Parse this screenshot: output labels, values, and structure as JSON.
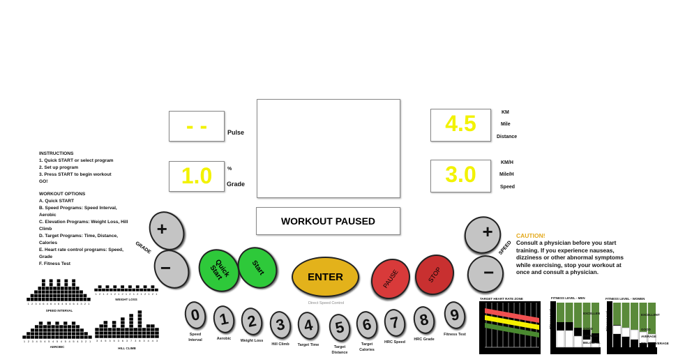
{
  "displays": {
    "pulse": {
      "value": "- -",
      "label": "Pulse"
    },
    "grade": {
      "value": "1.0",
      "unit": "%",
      "label": "Grade"
    },
    "distance": {
      "value": "4.5",
      "units": [
        "KM",
        "Mile"
      ],
      "label": "Distance"
    },
    "speed": {
      "value": "3.0",
      "units": [
        "KM/H",
        "Mile/H"
      ],
      "label": "Speed"
    },
    "status": "WORKOUT PAUSED"
  },
  "instructions": {
    "title": "INSTRUCTIONS",
    "steps": [
      "1. Quick START or select program",
      "2. Set up program",
      "3. Press START to begin workout",
      "GO!"
    ],
    "options_title": "WORKOUT OPTIONS",
    "options": [
      "A. Quick START",
      "B. Speed Programs: Speed Interval, Aerobic",
      "C. Elevation Programs: Weight Loss, Hill Climb",
      "D. Target Programs: Time, Distance, Calories",
      "E. Heart rate control programs: Speed, Grade",
      "F. Fitness Test"
    ]
  },
  "controls": {
    "grade_label": "GRADE",
    "speed_label": "SPEED",
    "plus": "+",
    "minus": "−",
    "quick_start": "Quick Start",
    "start": "Start",
    "enter": "ENTER",
    "pause": "PAUSE",
    "stop": "STOP",
    "direct_speed": "Direct Speed Control",
    "colors": {
      "green": "#2ec93a",
      "enter": "#e3b21b",
      "pause": "#d83a3a",
      "stop": "#c83030",
      "key": "#c4c4c4",
      "digit": "#f2f200"
    }
  },
  "keypad": [
    {
      "digit": "0",
      "label": "Speed Interval"
    },
    {
      "digit": "1",
      "label": "Aerobic"
    },
    {
      "digit": "2",
      "label": "Weight Loss"
    },
    {
      "digit": "3",
      "label": "Hill Climb"
    },
    {
      "digit": "4",
      "label": "Target Time"
    },
    {
      "digit": "5",
      "label": "Target Distance"
    },
    {
      "digit": "6",
      "label": "Target Calories"
    },
    {
      "digit": "7",
      "label": "HRC Speed"
    },
    {
      "digit": "8",
      "label": "HRC Grade"
    },
    {
      "digit": "9",
      "label": "Fitness Test"
    }
  ],
  "caution": {
    "title": "CAUTION!",
    "text": "Consult a physician before you start training. If you experience nauseas, dizziness or other abnormal symptoms while exercising, stop your workout at once and consult a physician."
  },
  "profiles": [
    {
      "name": "SPEED INTERVAL",
      "levels": [
        1,
        2,
        3,
        4,
        6,
        4,
        6,
        4,
        6,
        4,
        6,
        4,
        6,
        4,
        3,
        2,
        1
      ]
    },
    {
      "name": "WEIGHT LOSS",
      "levels": [
        1,
        2,
        1,
        2,
        1,
        2,
        1,
        2,
        1,
        2,
        1,
        2,
        1,
        2,
        1,
        2,
        1
      ]
    },
    {
      "name": "AEROBIC",
      "levels": [
        1,
        2,
        3,
        4,
        5,
        4,
        5,
        4,
        5,
        4,
        5,
        4,
        5,
        4,
        3,
        2,
        1
      ]
    },
    {
      "name": "HILL CLIMB",
      "levels": [
        3,
        4,
        5,
        3,
        5,
        3,
        6,
        3,
        7,
        3,
        8,
        3,
        4,
        4,
        3
      ]
    }
  ],
  "charts": {
    "hr_title": "TARGET HEART RATE ZONE",
    "men_title": "FITNESS LEVEL - MEN",
    "women_title": "FITNESS LEVEL - WOMEN",
    "axis": "Fitness Level",
    "men_levels": [
      "EXCELLEN",
      "GOOD",
      "AVERAGE",
      "BELOW AV."
    ],
    "women_levels": [
      "EXCELLENT",
      "GOOD",
      "AVERAGE",
      "BELOW AVERAGE"
    ]
  }
}
